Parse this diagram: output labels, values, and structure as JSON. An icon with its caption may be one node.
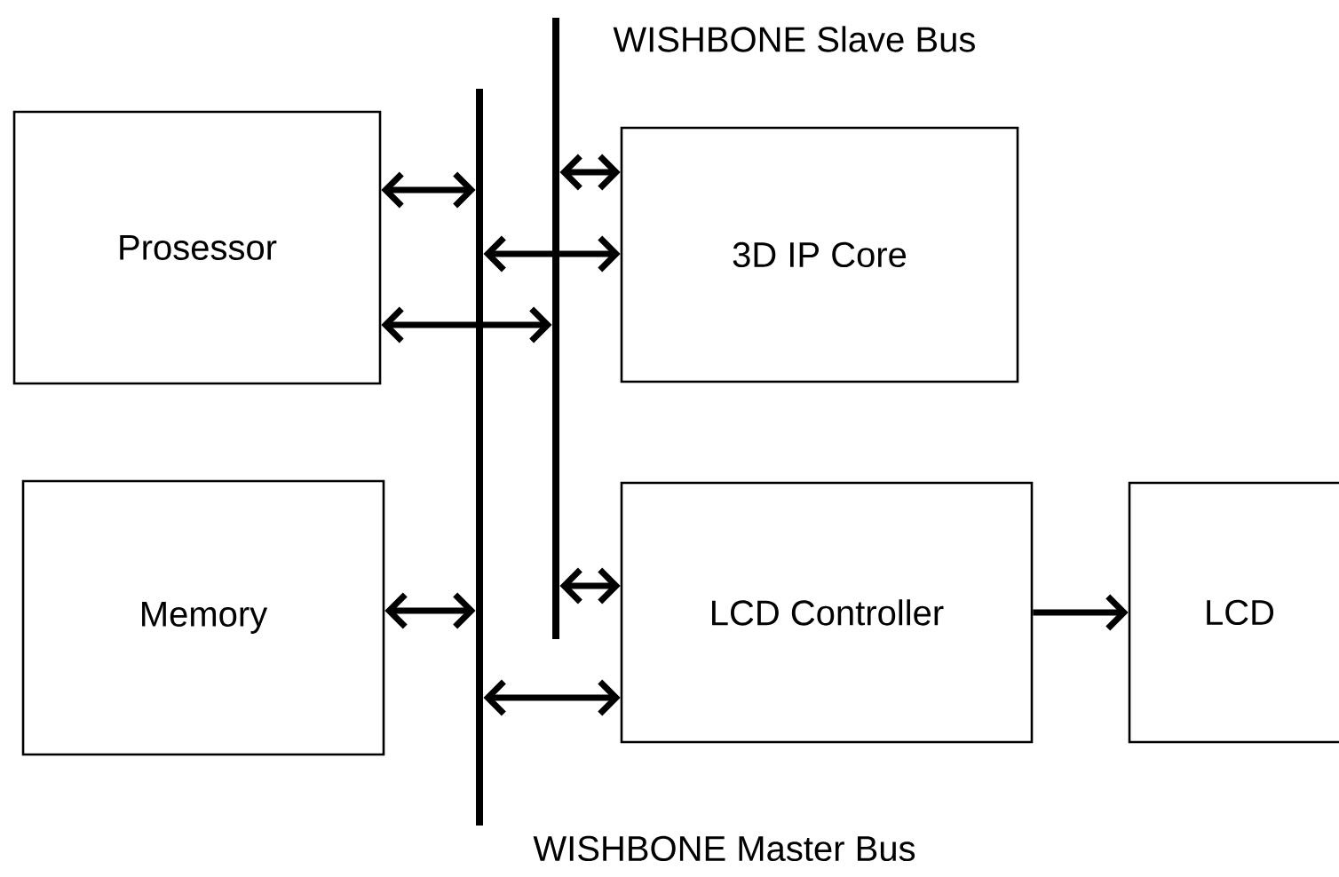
{
  "diagram": {
    "nodes": [
      {
        "text": [
          "Prosessor"
        ]
      },
      {
        "text": [
          "3D IP Core"
        ]
      },
      {
        "text": [
          "Memory"
        ]
      },
      {
        "text": [
          "LCD Controller"
        ]
      },
      {
        "text": [
          "LCD"
        ]
      },
      {
        "text": [
          "WISHBONE Master Bus"
        ]
      },
      {
        "text": [
          "WISHBONE Slave Bus"
        ]
      }
    ],
    "edges": [
      {
        "from": 0,
        "to": 5,
        "arrow": "both"
      },
      {
        "from": 6,
        "to": 1,
        "arrow": "both"
      },
      {
        "from": 5,
        "to": 1,
        "arrow": "both"
      },
      {
        "from": 0,
        "to": 6,
        "arrow": "both"
      },
      {
        "from": 2,
        "to": 5,
        "arrow": "both"
      },
      {
        "from": 6,
        "to": 3,
        "arrow": "both"
      },
      {
        "from": 5,
        "to": 3,
        "arrow": "both"
      },
      {
        "from": 3,
        "to": 4,
        "arrow": "to"
      }
    ]
  }
}
